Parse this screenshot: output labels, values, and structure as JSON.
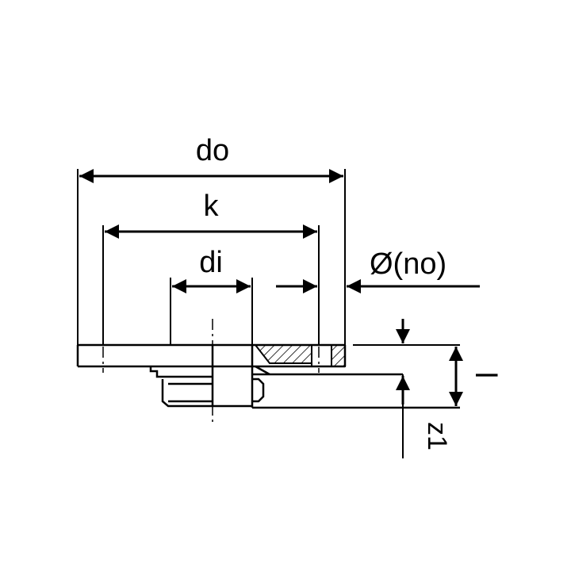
{
  "labels": {
    "do": "do",
    "k": "k",
    "di": "di",
    "bolt": "Ø(no)",
    "l": "l",
    "z1": "z1"
  },
  "colors": {
    "line": "#000000",
    "background": "#ffffff"
  }
}
